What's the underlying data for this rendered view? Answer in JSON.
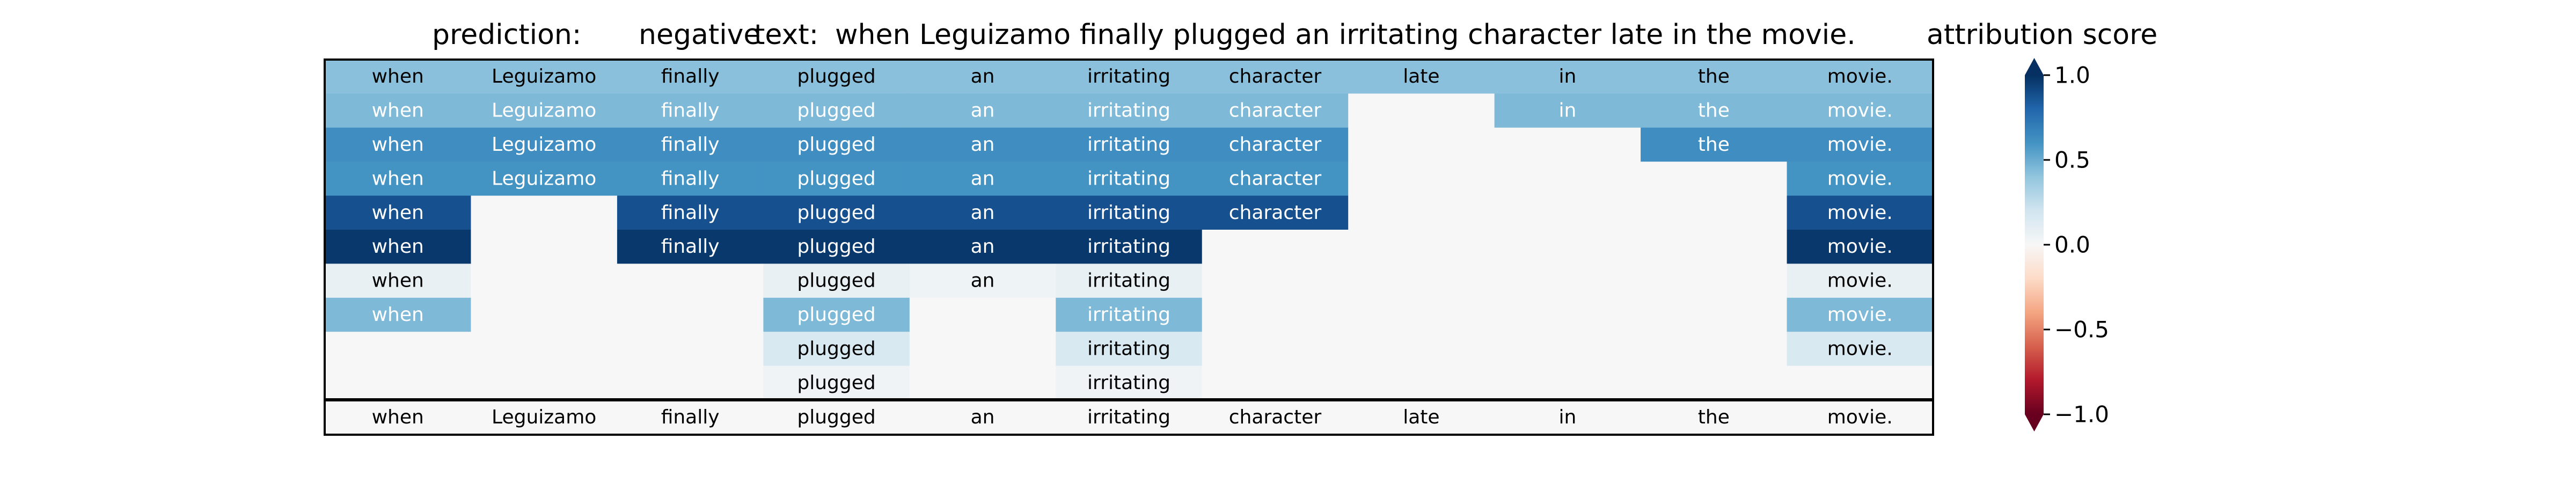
{
  "chart_data": {
    "type": "heatmap",
    "prediction_label": "prediction:",
    "prediction_value": "negative",
    "text_label": "text:",
    "text_value": "when Leguizamo finally plugged an irritating character late in the movie.",
    "colorbar_title": "attribution score",
    "colorbar_ticks": [
      "1.0",
      "0.5",
      "0.0",
      "−0.5",
      "−1.0"
    ],
    "colorbar_tick_values": [
      1.0,
      0.5,
      0.0,
      -0.5,
      -1.0
    ],
    "colorbar_range": [
      -1.0,
      1.0
    ],
    "colormap": "RdBu",
    "columns": [
      "when",
      "Leguizamo",
      "finally",
      "plugged",
      "an",
      "irritating",
      "character",
      "late",
      "in",
      "the",
      "movie."
    ],
    "rows": [
      {
        "tokens": [
          "when",
          "Leguizamo",
          "finally",
          "plugged",
          "an",
          "irritating",
          "character",
          "late",
          "in",
          "the",
          "movie."
        ],
        "values": [
          0.42,
          0.42,
          0.42,
          0.42,
          0.42,
          0.42,
          0.42,
          0.42,
          0.42,
          0.42,
          0.42
        ]
      },
      {
        "tokens": [
          "when",
          "Leguizamo",
          "finally",
          "plugged",
          "an",
          "irritating",
          "character",
          "",
          "in",
          "the",
          "movie."
        ],
        "values": [
          0.45,
          0.45,
          0.45,
          0.45,
          0.45,
          0.45,
          0.45,
          0,
          0.45,
          0.45,
          0.45
        ]
      },
      {
        "tokens": [
          "when",
          "Leguizamo",
          "finally",
          "plugged",
          "an",
          "irritating",
          "character",
          "",
          "",
          "the",
          "movie."
        ],
        "values": [
          0.62,
          0.62,
          0.62,
          0.62,
          0.62,
          0.62,
          0.62,
          0,
          0,
          0.62,
          0.62
        ]
      },
      {
        "tokens": [
          "when",
          "Leguizamo",
          "finally",
          "plugged",
          "an",
          "irritating",
          "character",
          "",
          "",
          "",
          "movie."
        ],
        "values": [
          0.6,
          0.6,
          0.6,
          0.6,
          0.6,
          0.6,
          0.6,
          0,
          0,
          0,
          0.6
        ]
      },
      {
        "tokens": [
          "when",
          "",
          "finally",
          "plugged",
          "an",
          "irritating",
          "character",
          "",
          "",
          "",
          "movie."
        ],
        "values": [
          0.88,
          0,
          0.88,
          0.88,
          0.88,
          0.88,
          0.88,
          0,
          0,
          0,
          0.88
        ]
      },
      {
        "tokens": [
          "when",
          "",
          "finally",
          "plugged",
          "an",
          "irritating",
          "",
          "",
          "",
          "",
          "movie."
        ],
        "values": [
          0.97,
          0,
          0.97,
          0.97,
          0.97,
          0.97,
          0,
          0,
          0,
          0,
          0.97
        ]
      },
      {
        "tokens": [
          "when",
          "",
          "",
          "plugged",
          "an",
          "irritating",
          "",
          "",
          "",
          "",
          "movie."
        ],
        "values": [
          0.08,
          0,
          0,
          0.08,
          0.05,
          0.08,
          0,
          0,
          0,
          0,
          0.08
        ]
      },
      {
        "tokens": [
          "when",
          "",
          "",
          "plugged",
          "",
          "irritating",
          "",
          "",
          "",
          "",
          "movie."
        ],
        "values": [
          0.45,
          0,
          0,
          0.45,
          0,
          0.45,
          0,
          0,
          0,
          0,
          0.45
        ]
      },
      {
        "tokens": [
          "",
          "",
          "",
          "plugged",
          "",
          "irritating",
          "",
          "",
          "",
          "",
          "movie."
        ],
        "values": [
          0,
          0,
          0,
          0.16,
          0,
          0.16,
          0,
          0,
          0,
          0,
          0.16
        ]
      },
      {
        "tokens": [
          "",
          "",
          "",
          "plugged",
          "",
          "irritating",
          "",
          "",
          "",
          "",
          ""
        ],
        "values": [
          0,
          0,
          0,
          0.04,
          0,
          0.04,
          0,
          0,
          0,
          0,
          0
        ]
      }
    ],
    "summary_row": {
      "tokens": [
        "when",
        "Leguizamo",
        "finally",
        "plugged",
        "an",
        "irritating",
        "character",
        "late",
        "in",
        "the",
        "movie."
      ],
      "values": [
        0,
        0,
        0,
        0,
        0,
        0,
        0,
        0,
        0,
        0,
        0
      ]
    }
  }
}
